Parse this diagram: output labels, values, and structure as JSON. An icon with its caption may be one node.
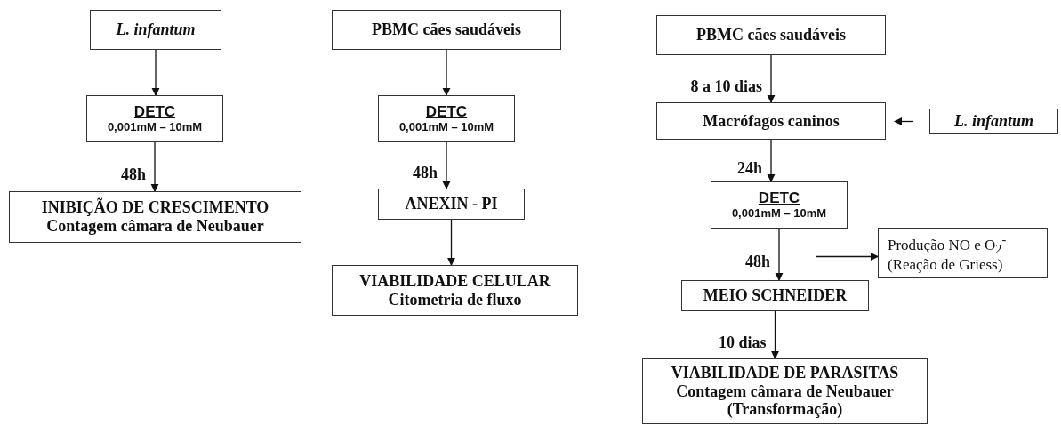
{
  "diagram": {
    "nodes": [
      {
        "text": [
          "L. infantum"
        ]
      },
      {
        "text": [
          "DETC",
          "0,001mM – 10mM"
        ]
      },
      {
        "text": [
          "INIBIÇÃO DE CRESCIMENTO",
          "Contagem câmara de Neubauer"
        ]
      },
      {
        "text": [
          "PBMC cães saudáveis"
        ]
      },
      {
        "text": [
          "DETC",
          "0,001mM – 10mM"
        ]
      },
      {
        "text": [
          "ANEXIN - PI"
        ]
      },
      {
        "text": [
          "VIABILIDADE CELULAR",
          "Citometria de fluxo"
        ]
      },
      {
        "text": [
          "PBMC cães saudáveis"
        ]
      },
      {
        "text": [
          "Macrófagos caninos"
        ]
      },
      {
        "text": [
          "L. infantum"
        ]
      },
      {
        "text": [
          "DETC",
          "0,001mM – 10mM"
        ]
      },
      {
        "text": [
          "Produção NO e O$_{2}$$^{-}$",
          "(Reação de Griess)"
        ]
      },
      {
        "text": [
          "MEIO SCHNEIDER"
        ]
      },
      {
        "text": [
          "VIABILIDADE DE PARASITAS",
          "Contagem câmara de Neubauer",
          "(Transformação)"
        ]
      }
    ],
    "edges": [
      {
        "from": 0,
        "to": 1,
        "arrow": "to"
      },
      {
        "from": 1,
        "to": 2,
        "arrow": "to",
        "label": "48h"
      },
      {
        "from": 3,
        "to": 4,
        "arrow": "to"
      },
      {
        "from": 4,
        "to": 5,
        "arrow": "to",
        "label": "48h"
      },
      {
        "from": 5,
        "to": 6,
        "arrow": "to"
      },
      {
        "from": 7,
        "to": 8,
        "arrow": "to",
        "label": "8 a 10 dias"
      },
      {
        "from": 9,
        "to": 8,
        "arrow": "to"
      },
      {
        "from": 8,
        "to": 10,
        "arrow": "to",
        "label": "24h"
      },
      {
        "from": 10,
        "to": 12,
        "arrow": "to",
        "label": "48h"
      },
      {
        "from": null,
        "to": 11,
        "arrow": "to"
      },
      {
        "from": 12,
        "to": 13,
        "arrow": "to",
        "label": "10 dias"
      }
    ]
  }
}
